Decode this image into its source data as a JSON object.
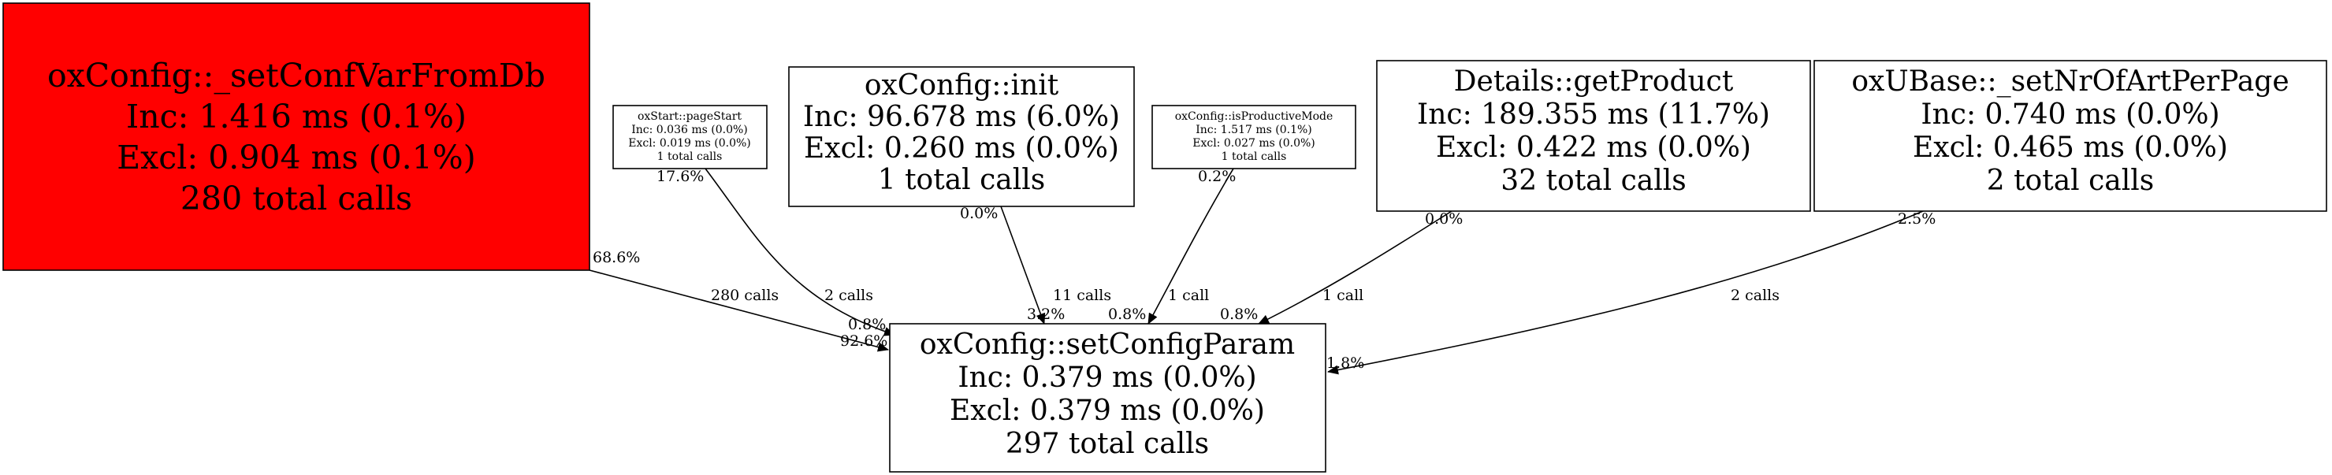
{
  "colors": {
    "hot_node": "#ff0000",
    "normal_node": "#ffffff",
    "stroke": "#000000"
  },
  "nodes": {
    "setconfvar": {
      "lines": [
        "oxConfig::_setConfVarFromDb",
        "Inc: 1.416 ms (0.1%)",
        "Excl: 0.904 ms (0.1%)",
        "280 total calls"
      ]
    },
    "pagestart": {
      "lines": [
        "oxStart::pageStart",
        "Inc: 0.036 ms (0.0%)",
        "Excl: 0.019 ms (0.0%)",
        "1 total calls"
      ]
    },
    "init": {
      "lines": [
        "oxConfig::init",
        "Inc: 96.678 ms (6.0%)",
        "Excl: 0.260 ms (0.0%)",
        "1 total calls"
      ]
    },
    "isproductive": {
      "lines": [
        "oxConfig::isProductiveMode",
        "Inc: 1.517 ms (0.1%)",
        "Excl: 0.027 ms (0.0%)",
        "1 total calls"
      ]
    },
    "getproduct": {
      "lines": [
        "Details::getProduct",
        "Inc: 189.355 ms (11.7%)",
        "Excl: 0.422 ms (0.0%)",
        "32 total calls"
      ]
    },
    "setnrofart": {
      "lines": [
        "oxUBase::_setNrOfArtPerPage",
        "Inc: 0.740 ms (0.0%)",
        "Excl: 0.465 ms (0.0%)",
        "2 total calls"
      ]
    },
    "setconfigparam": {
      "lines": [
        "oxConfig::setConfigParam",
        "Inc: 0.379 ms (0.0%)",
        "Excl: 0.379 ms (0.0%)",
        "297 total calls"
      ]
    }
  },
  "edges": {
    "e1": {
      "from_pct": "68.6%",
      "calls": "280 calls",
      "to_pct": "92.6%"
    },
    "e2": {
      "from_pct": "17.6%",
      "calls": "2 calls",
      "to_pct": "0.8%"
    },
    "e3": {
      "from_pct": "0.0%",
      "calls": "11 calls",
      "to_pct": "3.2%"
    },
    "e4": {
      "from_pct": "0.2%",
      "calls": "1 call",
      "to_pct": "0.8%"
    },
    "e5": {
      "from_pct": "0.0%",
      "calls": "1 call",
      "to_pct": "0.8%"
    },
    "e6": {
      "from_pct": "2.5%",
      "calls": "2 calls",
      "to_pct": "1.8%"
    }
  }
}
